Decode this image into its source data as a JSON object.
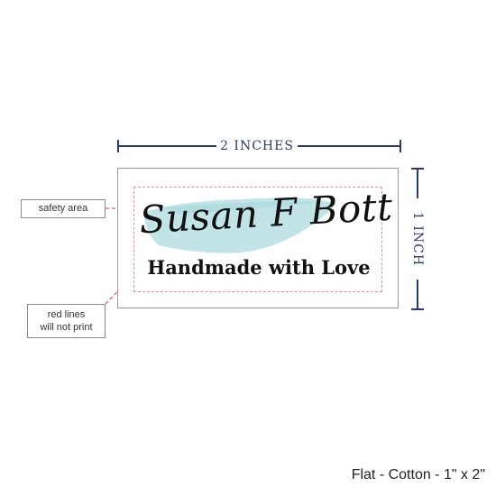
{
  "dimensions": {
    "width_label": "2 INCHES",
    "height_label": "1 INCH"
  },
  "label": {
    "name": "Susan F Bott",
    "tagline": "Handmade with Love",
    "brush_color": "#bfe3e6",
    "safety_line_color": "#e88aa8"
  },
  "callouts": {
    "safety": "safety area",
    "red_lines_line1": "red lines",
    "red_lines_line2": "will not print"
  },
  "caption": "Flat - Cotton - 1\" x 2\"",
  "colors": {
    "dimension": "#2b3a67",
    "leader": "#c8385f"
  }
}
